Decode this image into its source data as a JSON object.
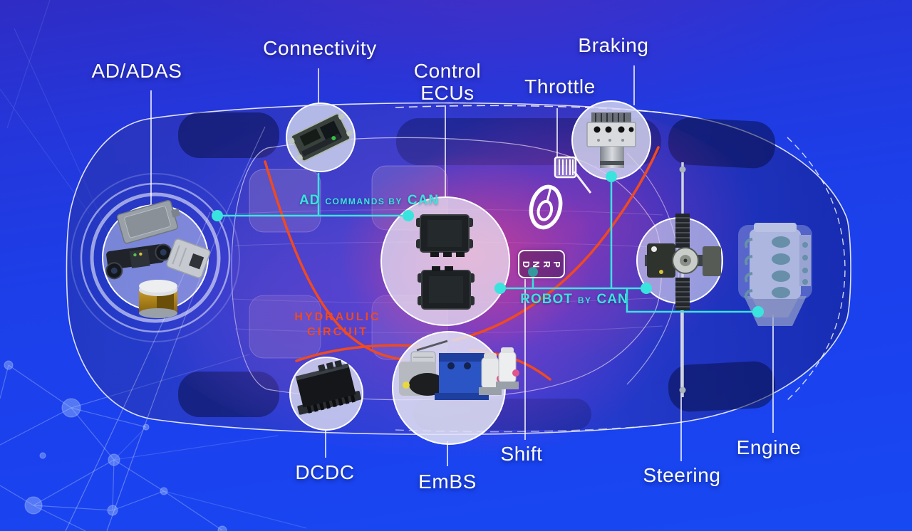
{
  "diagram": {
    "type": "vehicle-architecture-infographic",
    "labels": {
      "ad_adas": "AD/ADAS",
      "connectivity": "Connectivity",
      "control_ecus_line1": "Control",
      "control_ecus_line2": "ECUs",
      "throttle": "Throttle",
      "braking": "Braking",
      "shift": "Shift",
      "steering": "Steering",
      "engine": "Engine",
      "dcdc": "DCDC",
      "embs": "EmBS"
    },
    "annotations": {
      "ad_can_prefix": "AD",
      "ad_can_mid": "COMMANDS BY",
      "ad_can_suffix": "CAN",
      "robot_prefix": "ROBOT",
      "robot_mid": "BY",
      "robot_suffix": "CAN",
      "hydraulic_line1": "HYDRAULIC",
      "hydraulic_line2": "CIRCUIT"
    },
    "gear_indicator": {
      "letters": [
        "D",
        "N",
        "R",
        "P"
      ]
    },
    "colors": {
      "background": "#1b41ee",
      "can_bus": "#3ae4de",
      "hydraulic": "#f04a20",
      "label_text": "#ffffff",
      "heat_glow": "#ff2d6e",
      "lidar_gold": "#b8860f",
      "embs_blue": "#2b55c4"
    }
  }
}
